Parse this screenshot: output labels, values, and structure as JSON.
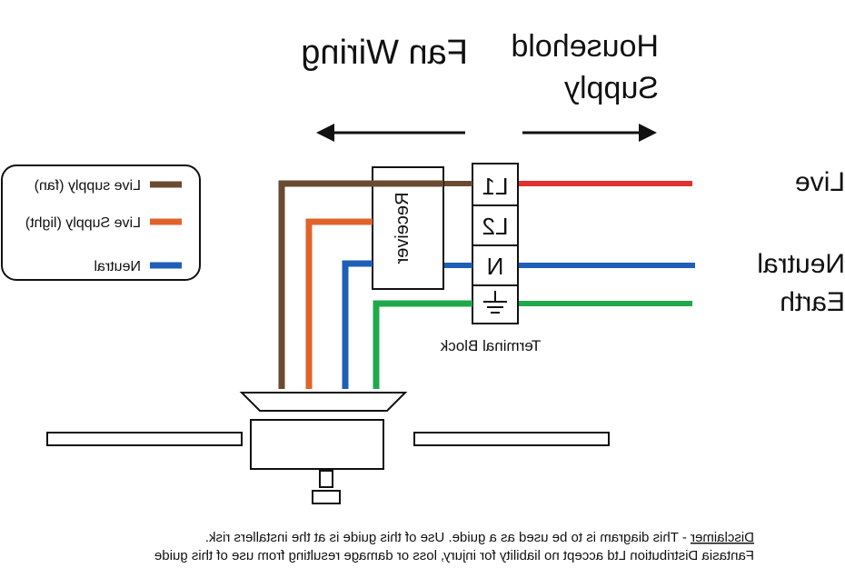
{
  "headings": {
    "fan_wiring": "Fan Wiring",
    "household_supply_line1": "Household",
    "household_supply_line2": "Supply"
  },
  "wires": [
    {
      "key": "live",
      "label": "Live",
      "color": "#e03131"
    },
    {
      "key": "neutral",
      "label": "Neutral",
      "color": "#1f5fb8"
    },
    {
      "key": "earth",
      "label": "Earth",
      "color": "#20a84a"
    }
  ],
  "legend": [
    {
      "label": "Live supply (fan)",
      "color": "#6b4a32"
    },
    {
      "label": "Live Supply (light)",
      "color": "#e0632a"
    },
    {
      "label": "Neutral",
      "color": "#1f5fb8"
    }
  ],
  "receiver_label": "Receiver",
  "terminal_block": {
    "label": "Terminal Block",
    "terminals": [
      "L1",
      "L2",
      "N",
      "earth-symbol"
    ]
  },
  "disclaimer": {
    "title": "Disclaimer",
    "line1_rest": " - This diagram is to be used as a guide.  Use of this guide is at the installers risk.",
    "line2": "Fantasia Distribution Ltd accept no liability for injury, loss or damage resulting from use of this guide"
  }
}
